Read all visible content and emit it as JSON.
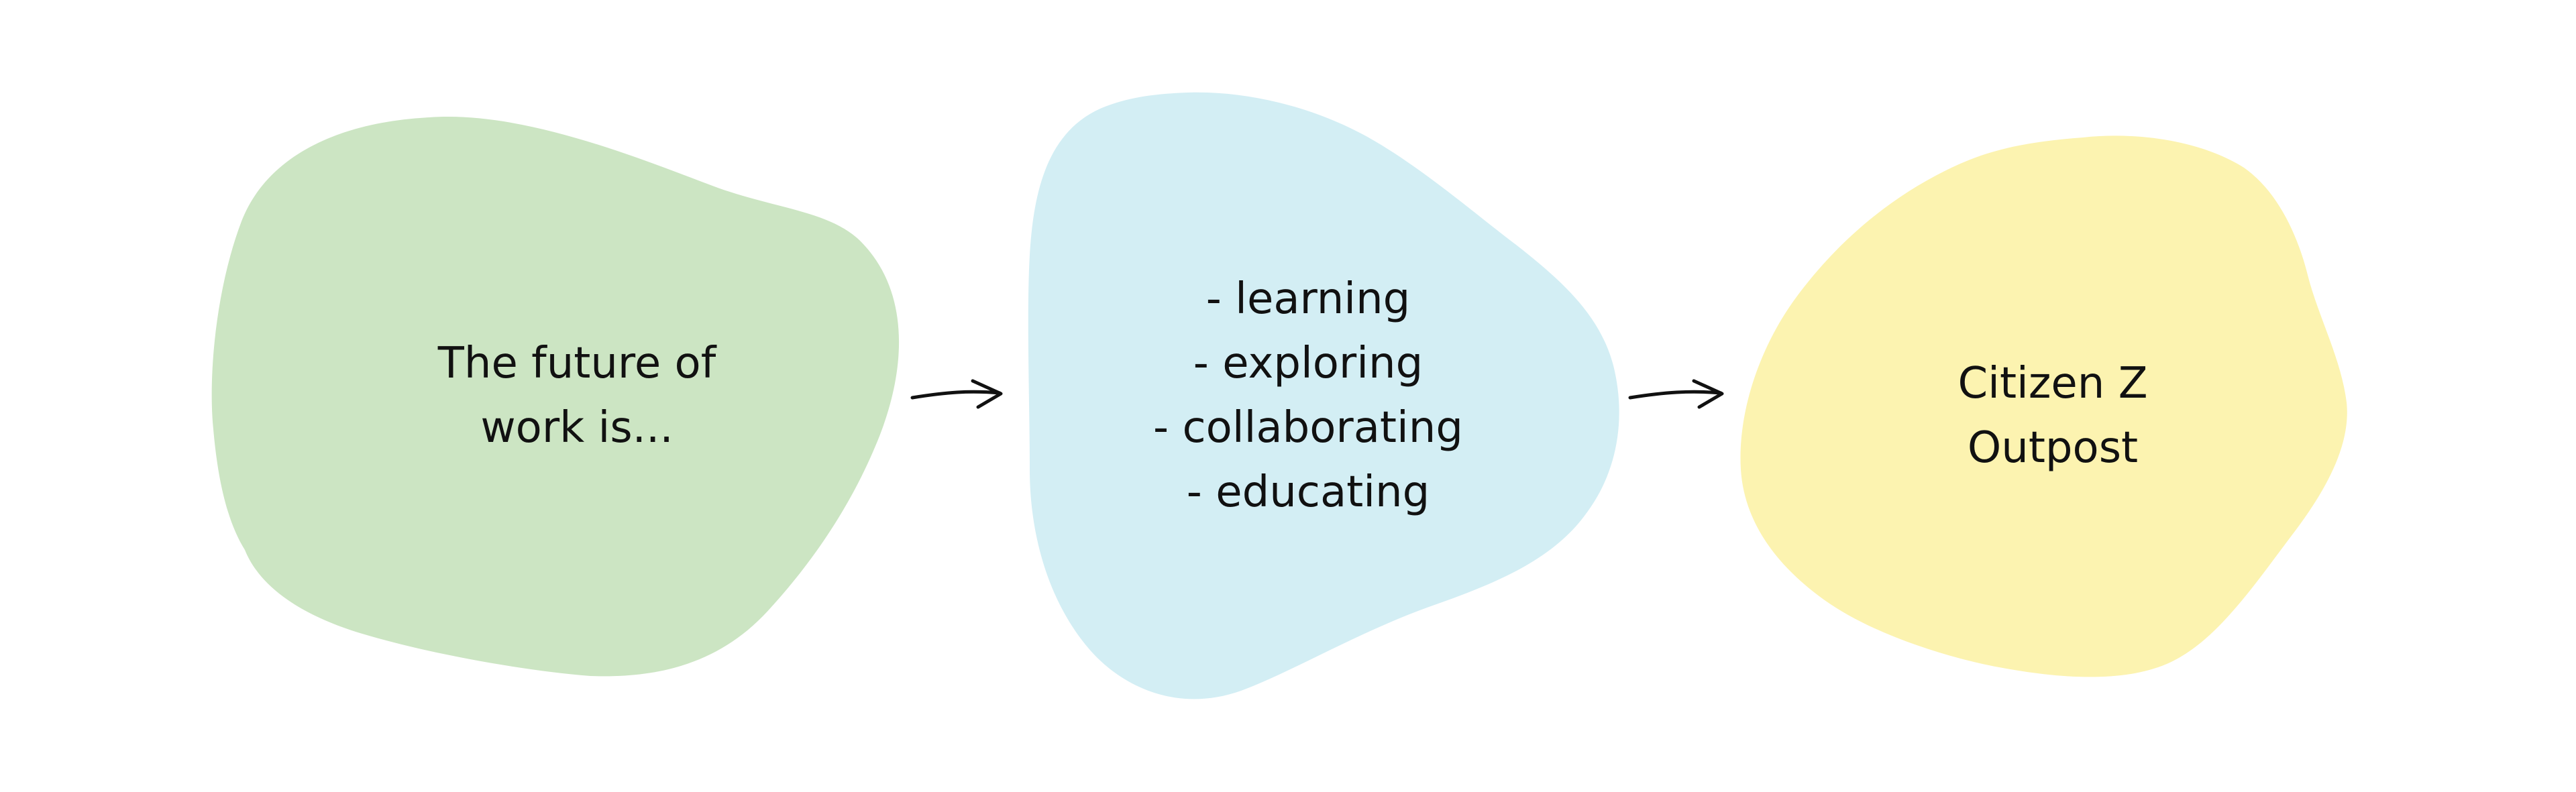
{
  "nodes": [
    {
      "id": "future",
      "color": "#cce5c3",
      "lines": [
        "The future of",
        "work is..."
      ]
    },
    {
      "id": "activities",
      "color": "#d3eef4",
      "lines": [
        "- learning",
        "- exploring",
        "- collaborating",
        "- educating"
      ]
    },
    {
      "id": "outpost",
      "color": "#fcf3b0",
      "lines": [
        "Citizen Z",
        "Outpost"
      ]
    }
  ],
  "edges": [
    {
      "from": "future",
      "to": "activities",
      "color": "#111111"
    },
    {
      "from": "activities",
      "to": "outpost",
      "color": "#111111"
    }
  ]
}
